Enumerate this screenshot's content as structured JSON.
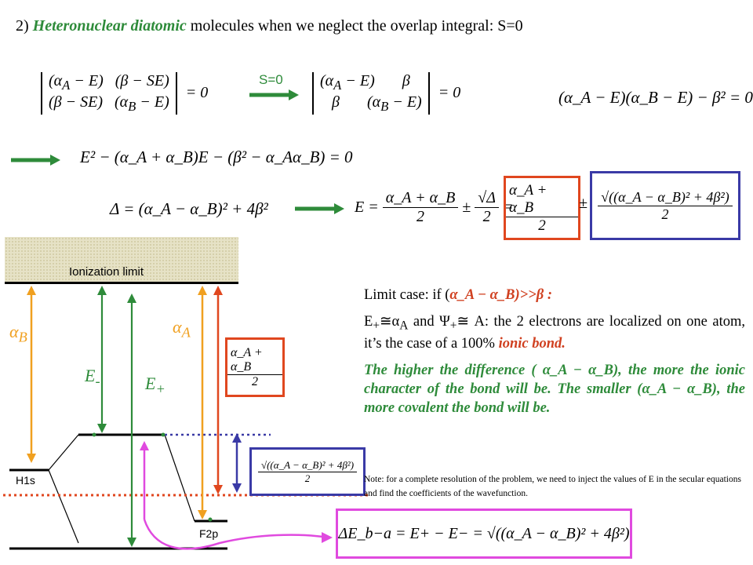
{
  "title": {
    "prefix": "2) ",
    "emph": "Heteronuclear diatomic",
    "rest": " molecules when we neglect the overlap integral: S=0"
  },
  "s0_label": "S=0",
  "det1": {
    "r1c1": "(α",
    "r1c1sub": "A",
    "r1c1b": " − E)",
    "r1c2": "(β − SE)",
    "r2c1": "(β − SE)",
    "r2c2": "(α",
    "r2c2sub": "B",
    "r2c2b": " − E)",
    "rhs": "= 0"
  },
  "det2": {
    "r1c1": "(α",
    "r1c1sub": "A",
    "r1c1b": " − E)",
    "r1c2": "β",
    "r2c1": "β",
    "r2c2": "(α",
    "r2c2sub": "B",
    "r2c2b": " − E)",
    "rhs": "= 0"
  },
  "eq3": "(α_A − E)(α_B − E) − β² = 0",
  "eq4": "E² − (α_A + α_B)E − (β² − α_Aα_B) = 0",
  "eq5": "Δ = (α_A − α_B)² + 4β²",
  "eq6": {
    "lhs": "E =",
    "f1num": "α_A + α_B",
    "f1den": "2",
    "pm": "±",
    "f2num": "√Δ",
    "f2den": "2",
    "eq": "=",
    "f3num": "α_A + α_B",
    "f3den": "2",
    "pm2": "±",
    "f4num": "√((α_A − α_B)² + 4β²)",
    "f4den": "2"
  },
  "diagram": {
    "ionization_label": "Ionization limit",
    "alpha_b": "α",
    "alpha_b_sub": "B",
    "alpha_a": "α",
    "alpha_a_sub": "A",
    "e_minus": "E",
    "e_minus_sub": "-",
    "e_plus": "E",
    "e_plus_sub": "+",
    "h1s": "H1s",
    "f2p": "F2p",
    "box_red_num": "α_A + α_B",
    "box_red_den": "2",
    "box_blue_num": "√((α_A − α_B)² + 4β²)",
    "box_blue_den": "2"
  },
  "panel": {
    "limit": "Limit case: if (",
    "limit_cond": "α_A − α_B)>>β :",
    "line2a": "E",
    "line2b": "α",
    "line2c": " and Ψ",
    "line2d": " A: the 2 electrons are localized on one atom, it’s the case of a 100% ",
    "ionic": "ionic bond.",
    "green": "The higher the difference ( α_A − α_B), the more the ionic character of the bond will be. The smaller (α_A − α_B), the more covalent the bond will be.",
    "note": "Note: for a complete resolution of the problem, we need to inject the values of E in the secular equations and find the coefficients of the wavefunction."
  },
  "delta_e": "ΔE_b−a = E+ − E− = √((α_A − α_B)² + 4β²)",
  "colors": {
    "green": "#2e8b3a",
    "red": "#e0471f",
    "blue": "#3a3aa6",
    "magenta": "#e04adf",
    "orange": "#f0a020"
  }
}
